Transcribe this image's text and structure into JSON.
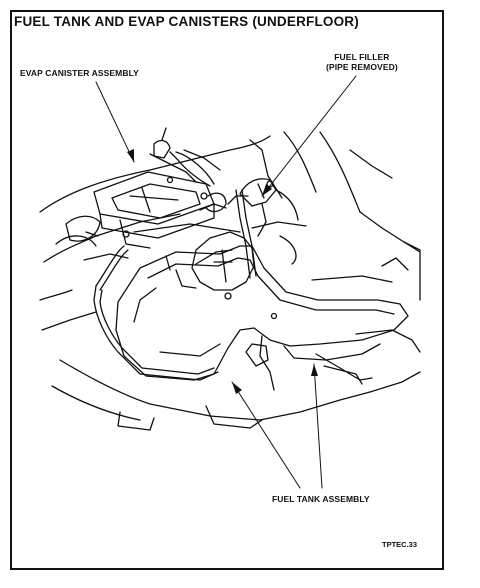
{
  "diagram": {
    "title": "FUEL TANK AND EVAP CANISTERS (UNDERFLOOR)",
    "labels": {
      "evap_canister": "EVAP CANISTER ASSEMBLY",
      "fuel_filler_line1": "FUEL FILLER",
      "fuel_filler_line2": "(PIPE REMOVED)",
      "fuel_tank": "FUEL TANK ASSEMBLY"
    },
    "figure_code": "TPTEC.33"
  }
}
